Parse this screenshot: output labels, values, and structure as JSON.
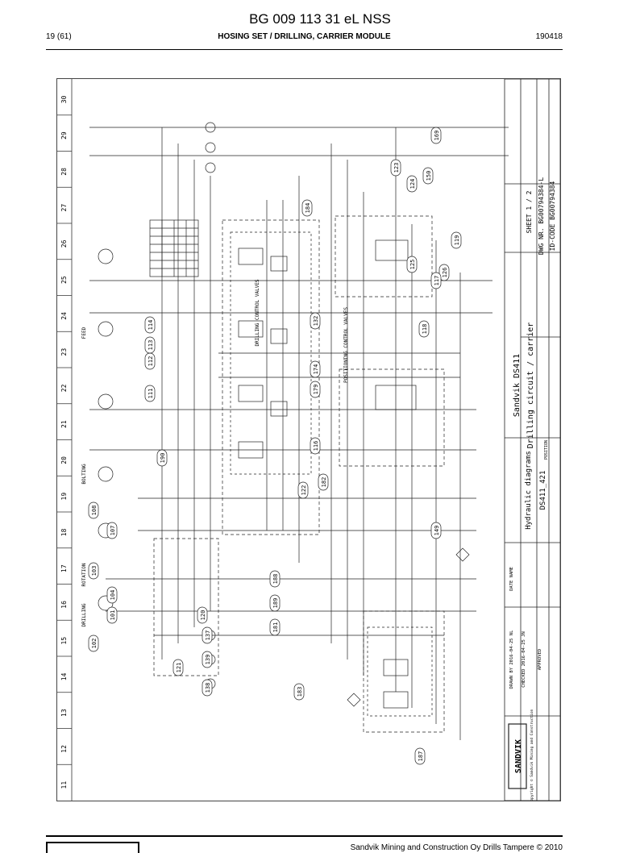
{
  "document": {
    "title": "BG 009 113 31 eL NSS",
    "page": "19 (61)",
    "section": "HOSING SET / DRILLING, CARRIER MODULE",
    "date_code": "190418",
    "footer": "Sandvik Mining and Construction Oy Drills Tampere © 2010"
  },
  "drawing": {
    "columns": [
      "30",
      "29",
      "28",
      "27",
      "26",
      "25",
      "24",
      "23",
      "22",
      "21",
      "20",
      "19",
      "18",
      "17",
      "16",
      "15",
      "14",
      "13",
      "12",
      "11"
    ],
    "title_block": {
      "logo": "SANDVIK",
      "copyright": "Copyright © Sandvik Mining and Construction",
      "product": "Sandvik DS411",
      "subtitle": "Drilling circuit / carrier",
      "diagram_type": "Hydraulic diagrams",
      "code": "DS411_421",
      "position_label": "POSITION",
      "sheet_label": "SHEET",
      "sheet_value": "1 / 2",
      "dwg_label": "DWG NR.",
      "dwg_value": "BG00794384-L",
      "id_label": "ID-CODE",
      "id_value": "BG00794384",
      "drawn_label": "DRAWN BY",
      "drawn_date": "2016-04-25",
      "drawn_name": "NL",
      "checked_label": "CHECKED",
      "checked_date": "2016-04-25",
      "checked_name": "JN",
      "approved_label": "APPROVED",
      "date_label": "DATE",
      "name_label": "NAME"
    },
    "labels": {
      "drilling": "DRILLING",
      "rotation": "ROTATION",
      "feed": "FEED",
      "bolting": "BOLTING",
      "drilling_control_valves": "DRILLING CONTROL VALVES",
      "positioning_control_valves": "POSITIONING CONTROL VALVES"
    },
    "callouts": [
      "102",
      "101",
      "104",
      "103",
      "107",
      "108",
      "190",
      "111",
      "112",
      "113",
      "114",
      "132",
      "174",
      "179",
      "116",
      "182",
      "122",
      "123",
      "124",
      "125",
      "126",
      "117",
      "118",
      "119",
      "120",
      "121",
      "138",
      "139",
      "137",
      "187",
      "188",
      "189",
      "181",
      "183",
      "184",
      "169",
      "149",
      "150"
    ]
  }
}
